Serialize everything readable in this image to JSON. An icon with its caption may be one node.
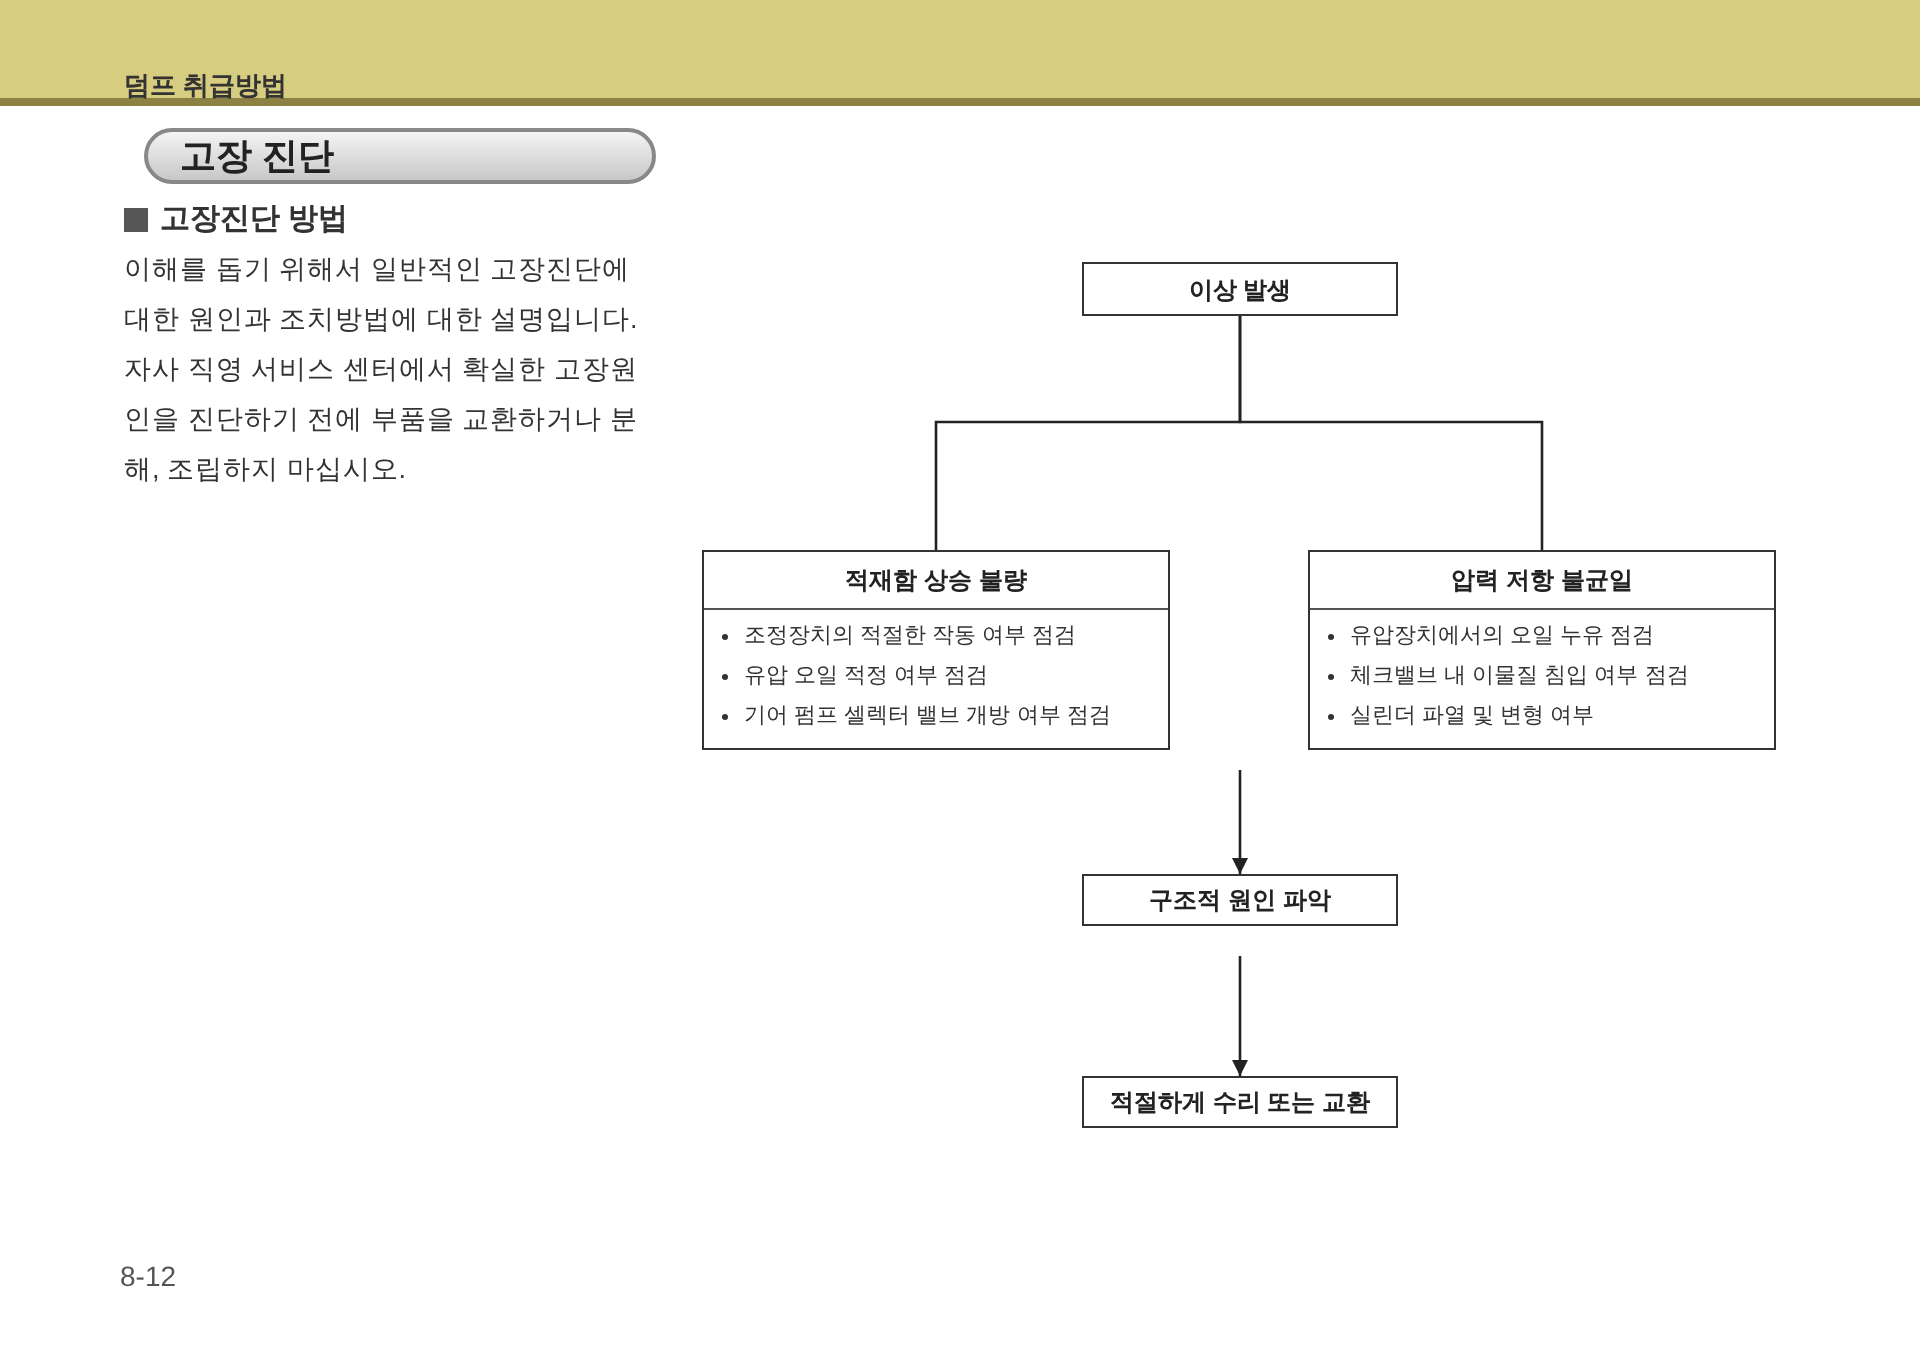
{
  "diagram": {
    "title": "고장 진단",
    "nodes": [
      {
        "text": [
          "이상 발생"
        ]
      },
      {
        "text": [
          "적재함 상승 불량",
          "조정장치의 적절한 작동 여부 점검",
          "유압 오일 적정 여부 점검",
          "기어 펌프 셀렉터 밸브 개방 여부 점검"
        ]
      },
      {
        "text": [
          "압력 저항 불균일",
          "유압장치에서의 오일 누유 점검",
          "체크밸브 내 이물질 침입 여부 점검",
          "실린더 파열 및 변형 여부"
        ]
      },
      {
        "text": [
          "구조적 원인 파악"
        ]
      },
      {
        "text": [
          "적절하게 수리 또는 교환"
        ]
      }
    ],
    "edges": [
      {
        "from": 0,
        "to": 1,
        "arrow": "none"
      },
      {
        "from": 0,
        "to": 2,
        "arrow": "none"
      },
      {
        "from": null,
        "to": 3,
        "arrow": "to"
      },
      {
        "from": 3,
        "to": 4,
        "arrow": "to"
      }
    ],
    "labels": [
      "덤프 취급방법",
      "고장진단 방법",
      "이해를 돕기 위해서 일반적인 고장진단에 대한 원인과 조치방법에 대한 설명입니다. 자사 직영 서비스 센터에서 확실한 고장원인을 진단하기 전에 부품을 교환하거나 분해, 조립하지 마십시오.",
      "8-12"
    ]
  }
}
